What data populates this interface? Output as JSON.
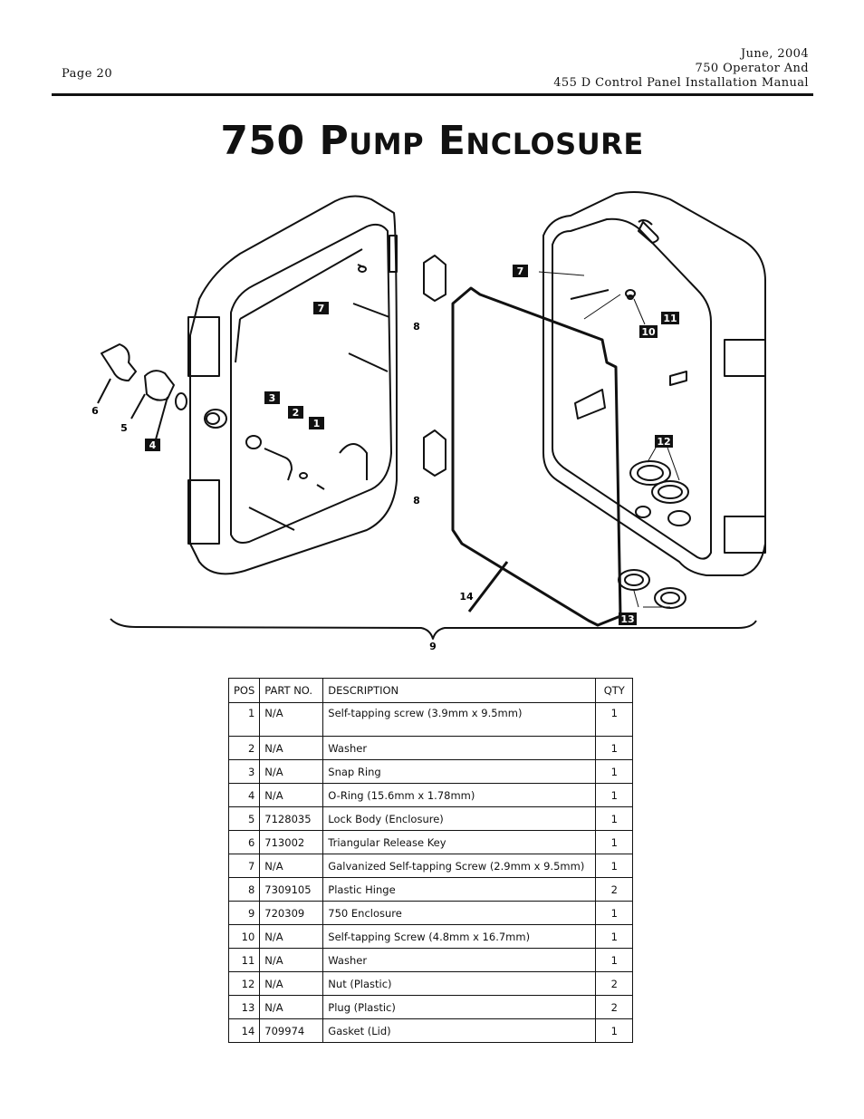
{
  "header": {
    "page": "Page 20",
    "date": "June, 2004",
    "line2": "750 Operator And",
    "line3": "455 D Control Panel Installation Manual"
  },
  "title": {
    "number": "750",
    "word1_initial": "P",
    "word1_rest": "UMP",
    "word2_initial": "E",
    "word2_rest": "NCLOSURE"
  },
  "callouts": [
    "1",
    "2",
    "3",
    "4",
    "5",
    "6",
    "7",
    "8",
    "9",
    "10",
    "11",
    "12",
    "13",
    "14"
  ],
  "table": {
    "headers": [
      "POS",
      "PART NO.",
      "DESCRIPTION",
      "QTY"
    ],
    "rows": [
      {
        "pos": "1",
        "part": "N/A",
        "desc": "Self-tapping screw (3.9mm x 9.5mm)",
        "qty": "1"
      },
      {
        "pos": "2",
        "part": "N/A",
        "desc": "Washer",
        "qty": "1"
      },
      {
        "pos": "3",
        "part": "N/A",
        "desc": "Snap Ring",
        "qty": "1"
      },
      {
        "pos": "4",
        "part": "N/A",
        "desc": "O-Ring (15.6mm x 1.78mm)",
        "qty": "1"
      },
      {
        "pos": "5",
        "part": "7128035",
        "desc": "Lock Body (Enclosure)",
        "qty": "1"
      },
      {
        "pos": "6",
        "part": "713002",
        "desc": "Triangular Release Key",
        "qty": "1"
      },
      {
        "pos": "7",
        "part": "N/A",
        "desc": "Galvanized Self-tapping Screw (2.9mm x 9.5mm)",
        "qty": "1"
      },
      {
        "pos": "8",
        "part": "7309105",
        "desc": "Plastic Hinge",
        "qty": "2"
      },
      {
        "pos": "9",
        "part": "720309",
        "desc": "750 Enclosure",
        "qty": "1"
      },
      {
        "pos": "10",
        "part": "N/A",
        "desc": "Self-tapping Screw (4.8mm x 16.7mm)",
        "qty": "1"
      },
      {
        "pos": "11",
        "part": "N/A",
        "desc": "Washer",
        "qty": "1"
      },
      {
        "pos": "12",
        "part": "N/A",
        "desc": "Nut (Plastic)",
        "qty": "2"
      },
      {
        "pos": "13",
        "part": "N/A",
        "desc": "Plug (Plastic)",
        "qty": "2"
      },
      {
        "pos": "14",
        "part": "709974",
        "desc": "Gasket (Lid)",
        "qty": "1"
      }
    ]
  }
}
